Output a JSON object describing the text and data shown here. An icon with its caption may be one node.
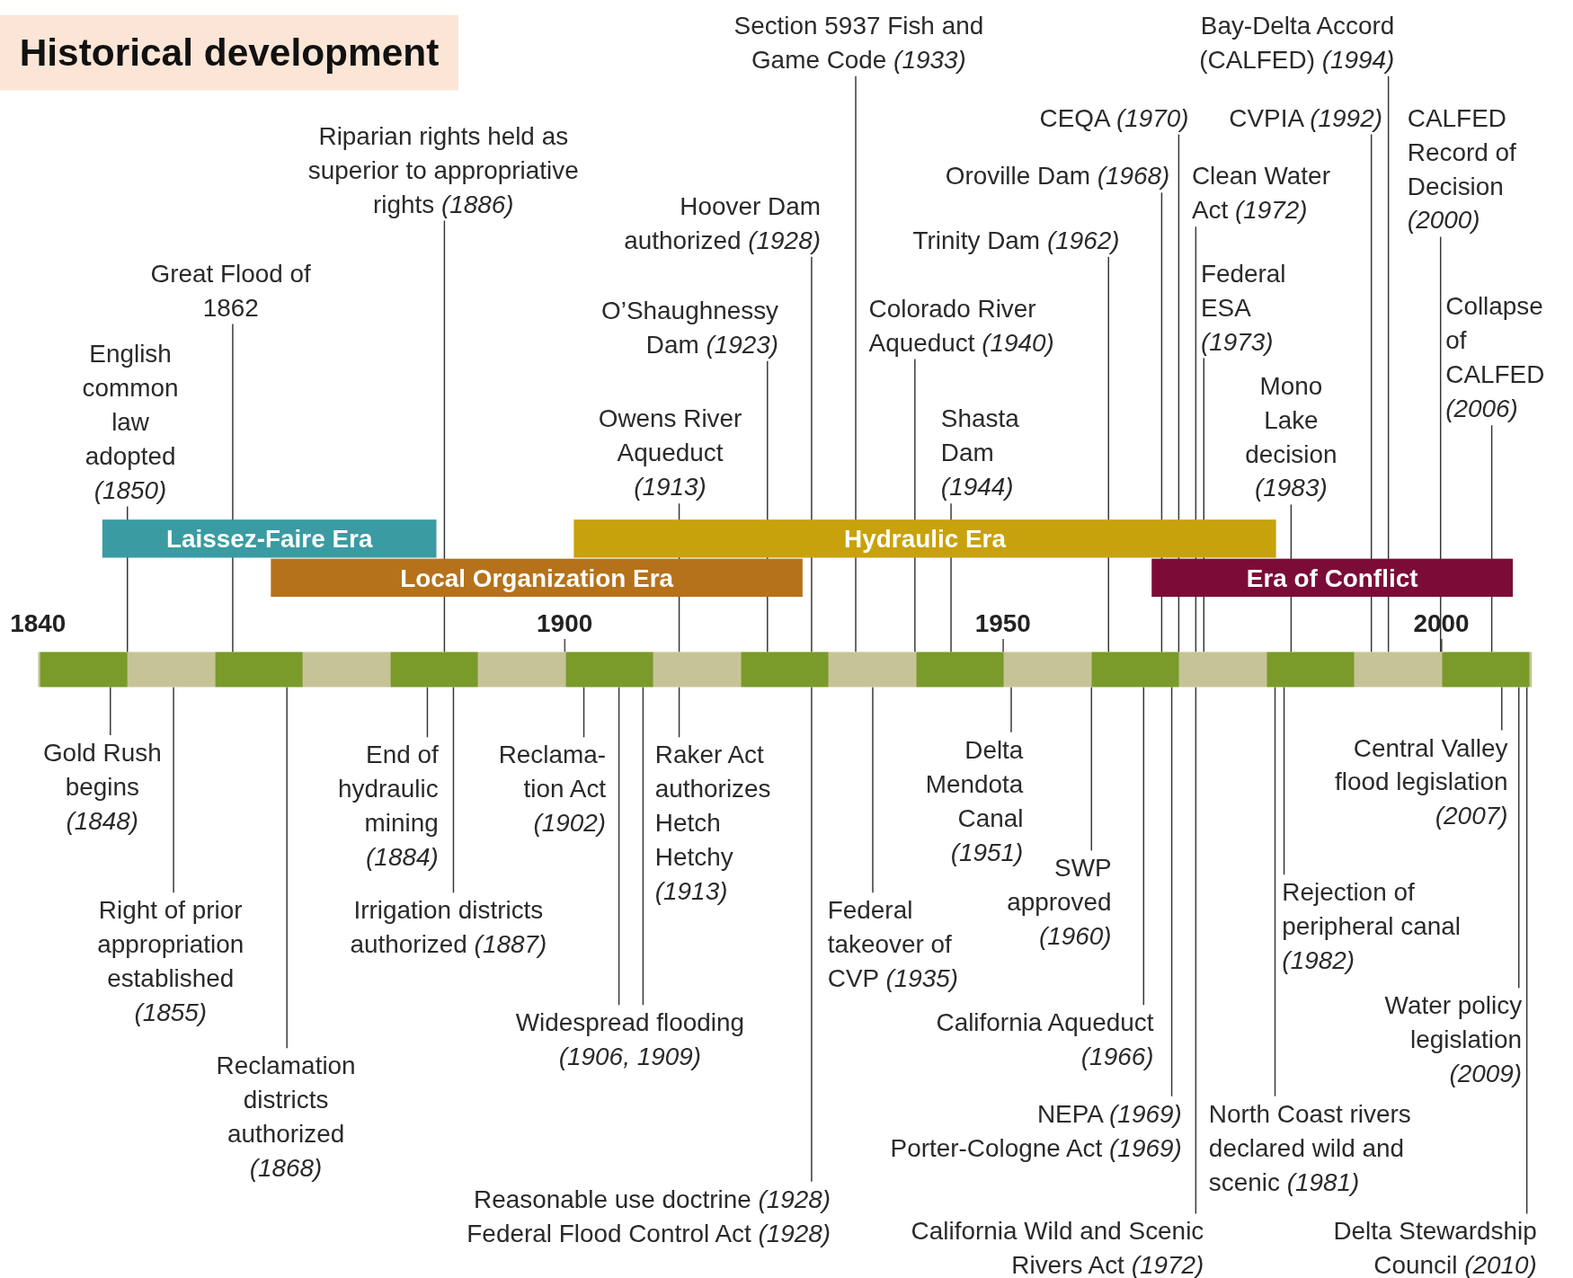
{
  "diagram": {
    "title": "Historical development",
    "nodes": [
      {
        "text": [
          "Section 5937 Fish and Game Code *(1933)*"
        ]
      },
      {
        "text": [
          "Bay-Delta Accord (CALFED) *(1994)*"
        ]
      },
      {
        "text": [
          "CEQA *(1970)*"
        ]
      },
      {
        "text": [
          "CVPIA *(1992)*"
        ]
      },
      {
        "text": [
          "CALFED Record of Decision *(2000)*"
        ]
      },
      {
        "text": [
          "Riparian rights held as superior to appropriative rights *(1886)*"
        ]
      },
      {
        "text": [
          "Oroville Dam *(1968)*"
        ]
      },
      {
        "text": [
          "Clean Water Act *(1972)*"
        ]
      },
      {
        "text": [
          "Hoover Dam authorized *(1928)*"
        ]
      },
      {
        "text": [
          "Trinity Dam *(1962)*"
        ]
      },
      {
        "text": [
          "Great Flood of 1862"
        ]
      },
      {
        "text": [
          "Federal ESA *(1973)*"
        ]
      },
      {
        "text": [
          "O’Shaughnessy Dam *(1923)*"
        ]
      },
      {
        "text": [
          "Colorado River Aqueduct *(1940)*"
        ]
      },
      {
        "text": [
          "Collapse of CALFED *(2006)*"
        ]
      },
      {
        "text": [
          "English common law adopted *(1850)*"
        ]
      },
      {
        "text": [
          "Mono Lake decision *(1983)*"
        ]
      },
      {
        "text": [
          "Owens River Aqueduct *(1913)*"
        ]
      },
      {
        "text": [
          "Shasta Dam *(1944)*"
        ]
      },
      {
        "text": [
          "Laissez-Faire Era"
        ]
      },
      {
        "text": [
          "Hydraulic Era"
        ]
      },
      {
        "text": [
          "Local Organization Era"
        ]
      },
      {
        "text": [
          "Era of Conflict"
        ]
      },
      {
        "text": [],
        "shape": "bar"
      },
      {
        "text": [
          "Gold Rush begins *(1848)*"
        ]
      },
      {
        "text": [
          "End of hydraulic mining *(1884)*"
        ]
      },
      {
        "text": [
          "Reclama- tion Act *(1902)*"
        ]
      },
      {
        "text": [
          "Raker Act authorizes Hetch Hetchy *(1913)*"
        ]
      },
      {
        "text": [
          "Delta Mendota Canal *(1951)*"
        ]
      },
      {
        "text": [
          "Central Valley flood legislation *(2007)*"
        ]
      },
      {
        "text": [
          "SWP approved *(1960)*"
        ]
      },
      {
        "text": [
          "Rejection of peripheral canal *(1982)*"
        ]
      },
      {
        "text": [
          "Right of prior appropriation established *(1855)*"
        ]
      },
      {
        "text": [
          "Irrigation districts authorized *(1887)*"
        ]
      },
      {
        "text": [
          "Federal takeover of CVP *(1935)*"
        ]
      },
      {
        "text": [
          "Water policy legislation *(2009)*"
        ]
      },
      {
        "text": [
          "Widespread flooding *(1906, 1909)*"
        ]
      },
      {
        "text": [
          "California Aqueduct *(1966)*"
        ]
      },
      {
        "text": [
          "Reclamation districts authorized *(1868)*"
        ]
      },
      {
        "text": [
          "NEPA *(1969)*",
          "Porter-Cologne Act *(1969)*"
        ]
      },
      {
        "text": [
          "North Coast rivers declared wild and scenic *(1981)*"
        ]
      },
      {
        "text": [
          "Reasonable use doctrine *(1928)*",
          "Federal Flood Control Act *(1928)*"
        ]
      },
      {
        "text": [
          "California Wild and Scenic Rivers Act *(1972)*"
        ]
      },
      {
        "text": [
          "Delta Stewardship Council *(2010)*"
        ]
      }
    ],
    "edges": [
      {
        "from": 0,
        "to": 23,
        "arrow": "none"
      },
      {
        "from": 1,
        "to": 23,
        "arrow": "none"
      },
      {
        "from": 2,
        "to": 23,
        "arrow": "none"
      },
      {
        "from": 3,
        "to": 23,
        "arrow": "none"
      },
      {
        "from": 4,
        "to": 23,
        "arrow": "none"
      },
      {
        "from": 5,
        "to": 23,
        "arrow": "none"
      },
      {
        "from": 6,
        "to": 23,
        "arrow": "none"
      },
      {
        "from": 7,
        "to": 23,
        "arrow": "none"
      },
      {
        "from": 8,
        "to": 23,
        "arrow": "none"
      },
      {
        "from": 9,
        "to": 23,
        "arrow": "none"
      },
      {
        "from": 10,
        "to": 23,
        "arrow": "none"
      },
      {
        "from": 11,
        "to": 23,
        "arrow": "none"
      },
      {
        "from": 12,
        "to": 23,
        "arrow": "none"
      },
      {
        "from": 13,
        "to": 23,
        "arrow": "none"
      },
      {
        "from": 14,
        "to": 23,
        "arrow": "none"
      },
      {
        "from": 15,
        "to": 23,
        "arrow": "none"
      },
      {
        "from": 16,
        "to": 23,
        "arrow": "none"
      },
      {
        "from": 17,
        "to": 23,
        "arrow": "none"
      },
      {
        "from": 18,
        "to": 23,
        "arrow": "none"
      },
      {
        "from": 24,
        "to": 23,
        "arrow": "none"
      },
      {
        "from": 25,
        "to": 23,
        "arrow": "none"
      },
      {
        "from": 26,
        "to": 23,
        "arrow": "none"
      },
      {
        "from": 27,
        "to": 23,
        "arrow": "none"
      },
      {
        "from": 28,
        "to": 23,
        "arrow": "none"
      },
      {
        "from": 29,
        "to": 23,
        "arrow": "none"
      },
      {
        "from": 30,
        "to": 23,
        "arrow": "none"
      },
      {
        "from": 31,
        "to": 23,
        "arrow": "none"
      },
      {
        "from": 32,
        "to": 23,
        "arrow": "none"
      },
      {
        "from": 33,
        "to": 23,
        "arrow": "none"
      },
      {
        "from": 34,
        "to": 23,
        "arrow": "none"
      },
      {
        "from": 35,
        "to": 23,
        "arrow": "none"
      },
      {
        "from": 36,
        "to": 23,
        "arrow": "none"
      },
      {
        "from": 36,
        "to": 23,
        "arrow": "none"
      },
      {
        "from": 37,
        "to": 23,
        "arrow": "none"
      },
      {
        "from": 38,
        "to": 23,
        "arrow": "none"
      },
      {
        "from": 39,
        "to": 23,
        "arrow": "none"
      },
      {
        "from": 40,
        "to": 23,
        "arrow": "none"
      },
      {
        "from": 41,
        "to": 23,
        "arrow": "none"
      },
      {
        "from": 42,
        "to": 23,
        "arrow": "none"
      },
      {
        "from": 43,
        "to": 23,
        "arrow": "none"
      }
    ],
    "labels": [
      "1840",
      "1900",
      "1950",
      "2000"
    ]
  }
}
